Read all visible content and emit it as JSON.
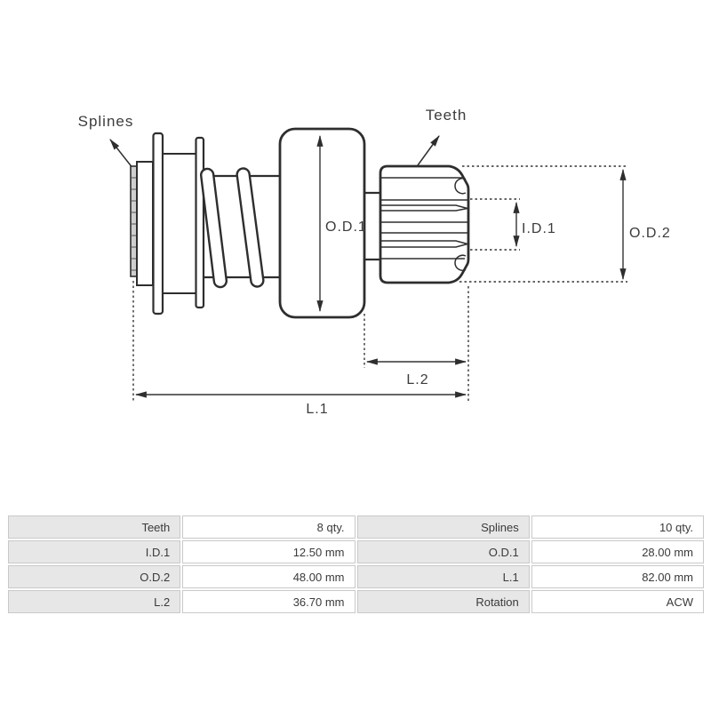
{
  "diagram": {
    "callouts": {
      "splines": "Splines",
      "teeth": "Teeth"
    },
    "dimensions": {
      "od1": "O.D.1",
      "id1": "I.D.1",
      "od2": "O.D.2",
      "l1": "L.1",
      "l2": "L.2"
    },
    "line_color": "#2e2e2e"
  },
  "spec_table": {
    "label_bg": "#e7e7e7",
    "border_color": "#c9c9c9",
    "rows": [
      [
        "Teeth",
        "8 qty.",
        "Splines",
        "10 qty."
      ],
      [
        "I.D.1",
        "12.50 mm",
        "O.D.1",
        "28.00 mm"
      ],
      [
        "O.D.2",
        "48.00 mm",
        "L.1",
        "82.00 mm"
      ],
      [
        "L.2",
        "36.70 mm",
        "Rotation",
        "ACW"
      ]
    ]
  }
}
